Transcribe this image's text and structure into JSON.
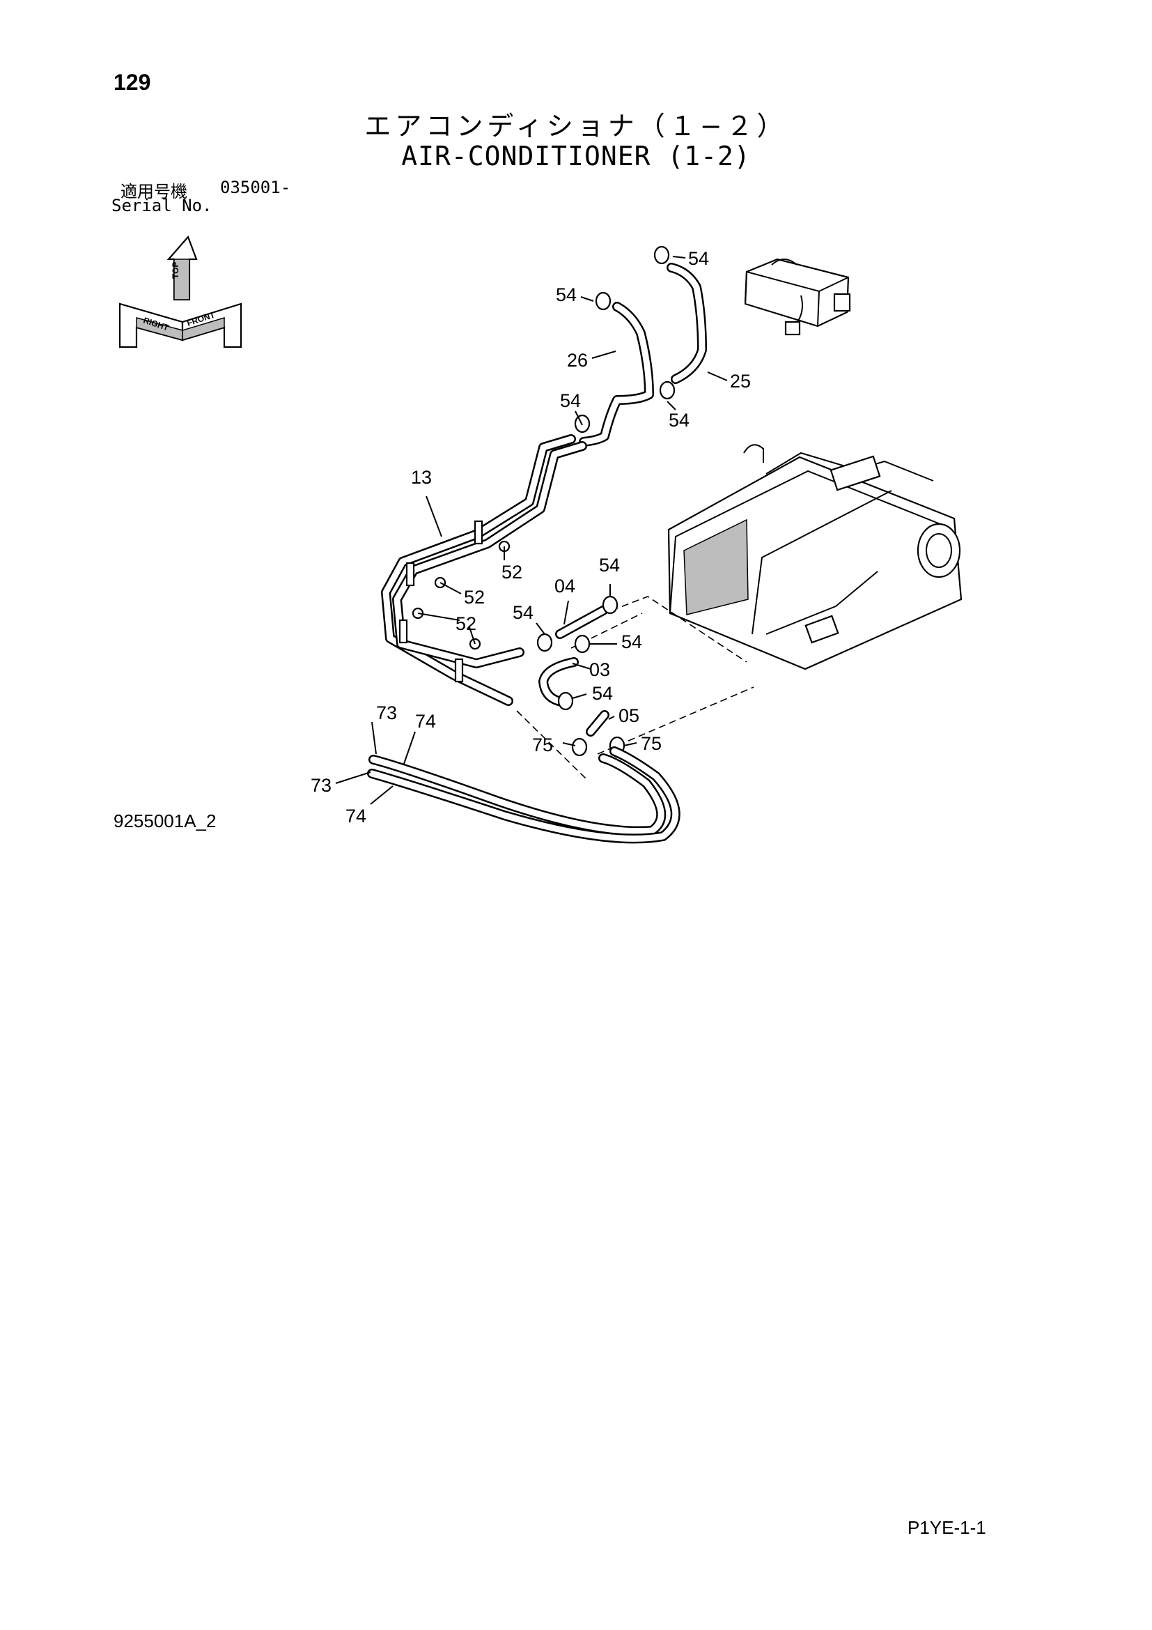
{
  "page_number": "129",
  "title_ja": "エアコンディショナ（１−２）",
  "title_en": "AIR-CONDITIONER (1-2)",
  "serial": {
    "label_ja": "適用号機",
    "value": "035001-",
    "label_en": "Serial No."
  },
  "orientation": {
    "top": "TOP",
    "right": "RIGHT",
    "front": "FRONT"
  },
  "callouts": [
    "54",
    "54",
    "26",
    "25",
    "54",
    "54",
    "13",
    "52",
    "54",
    "04",
    "52",
    "52",
    "54",
    "54",
    "03",
    "54",
    "05",
    "73",
    "74",
    "75",
    "75",
    "73",
    "74"
  ],
  "drawing_code": "9255001A_2",
  "page_code": "P1YE-1-1"
}
